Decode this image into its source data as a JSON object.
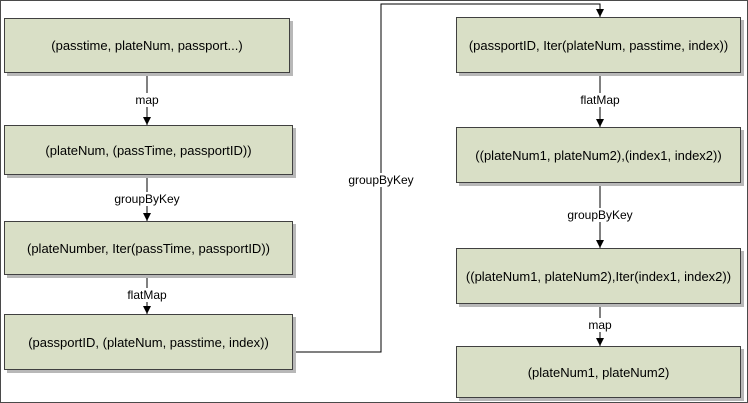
{
  "nodes": [
    {
      "id": "n1",
      "text": "(passtime, plateNum, passport...)"
    },
    {
      "id": "n2",
      "text": "(plateNum, (passTime, passportID))"
    },
    {
      "id": "n3",
      "text": "(plateNumber, Iter(passTime, passportID))"
    },
    {
      "id": "n4",
      "text": "(passportID, (plateNum, passtime, index))"
    },
    {
      "id": "n5",
      "text": "(passportID,  Iter(plateNum, passtime, index))"
    },
    {
      "id": "n6",
      "text": "((plateNum1, plateNum2),(index1, index2))"
    },
    {
      "id": "n7",
      "text": "((plateNum1, plateNum2),Iter(index1, index2))"
    },
    {
      "id": "n8",
      "text": "(plateNum1, plateNum2)"
    }
  ],
  "edges": [
    {
      "from": "n1",
      "to": "n2",
      "label": "map"
    },
    {
      "from": "n2",
      "to": "n3",
      "label": "groupByKey"
    },
    {
      "from": "n3",
      "to": "n4",
      "label": "flatMap"
    },
    {
      "from": "n4",
      "to": "n5",
      "label": "groupByKey"
    },
    {
      "from": "n5",
      "to": "n6",
      "label": "flatMap"
    },
    {
      "from": "n6",
      "to": "n7",
      "label": "groupByKey"
    },
    {
      "from": "n7",
      "to": "n8",
      "label": "map"
    }
  ]
}
